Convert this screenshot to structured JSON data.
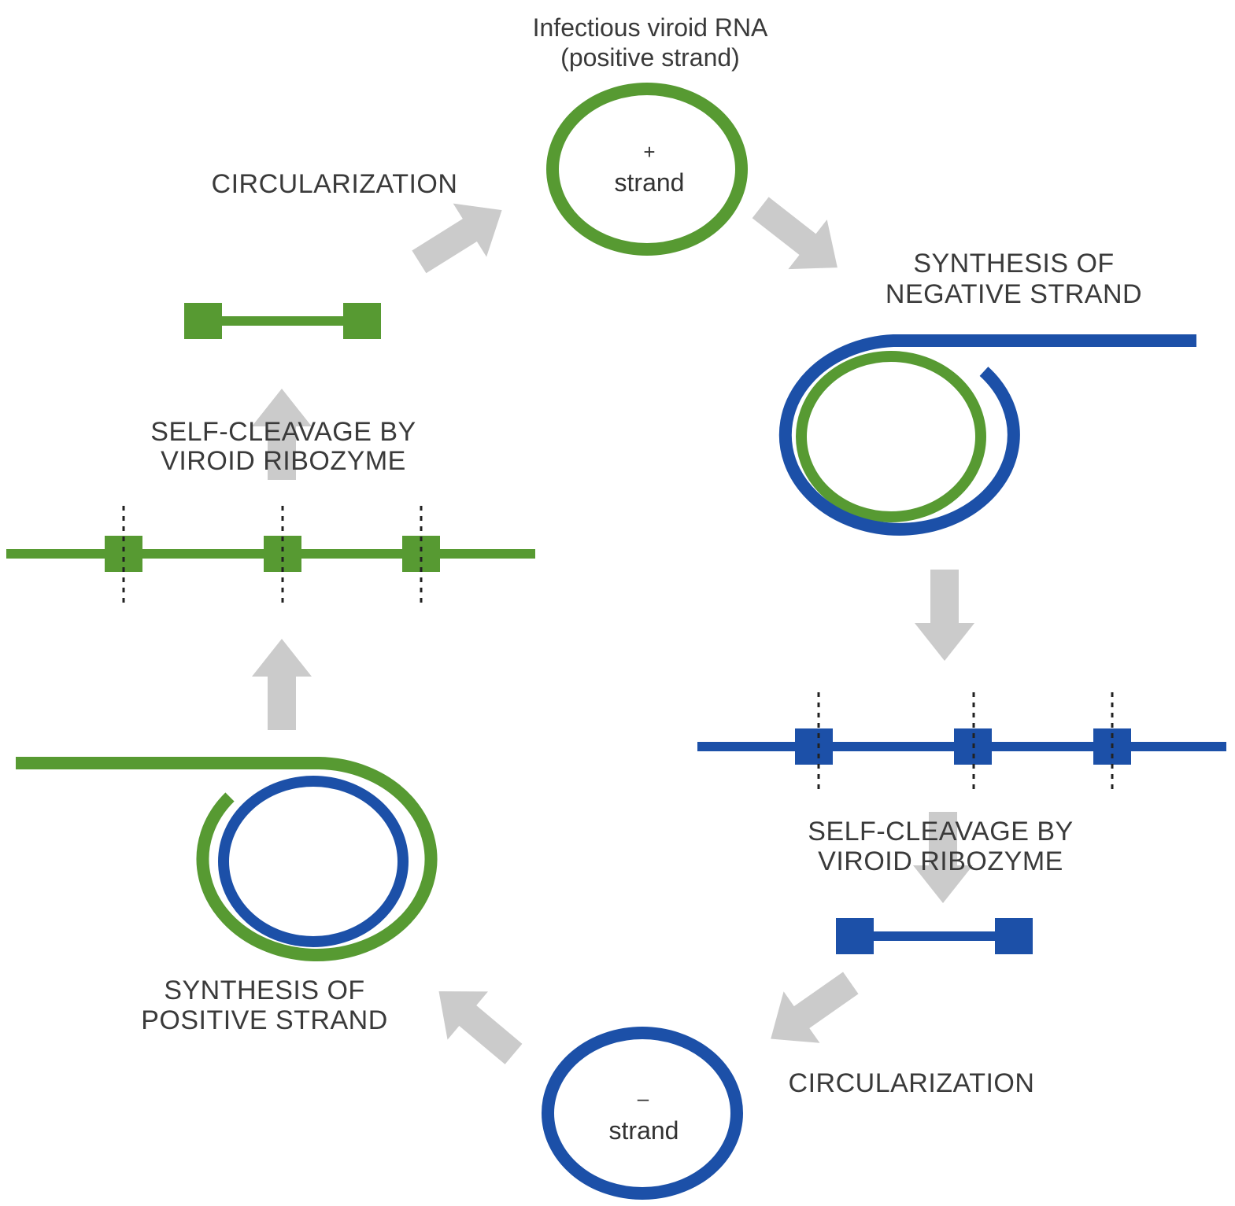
{
  "title": {
    "line1": "Infectious viroid RNA",
    "line2": "(positive strand)"
  },
  "positive_circle": {
    "sign": "+",
    "label": "strand"
  },
  "negative_circle": {
    "sign": "–",
    "label": "strand"
  },
  "steps": {
    "circularization_top": "CIRCULARIZATION",
    "synthesis_negative": {
      "line1": "SYNTHESIS OF",
      "line2": "NEGATIVE STRAND"
    },
    "self_cleavage_right": {
      "line1": "SELF-CLEAVAGE BY",
      "line2": "VIROID RIBOZYME"
    },
    "circularization_bottom": "CIRCULARIZATION",
    "synthesis_positive": {
      "line1": "SYNTHESIS OF",
      "line2": "POSITIVE STRAND"
    },
    "self_cleavage_left": {
      "line1": "SELF-CLEAVAGE BY",
      "line2": "VIROID RIBOZYME"
    }
  },
  "colors": {
    "positive_strand": "#579a32",
    "negative_strand": "#1c50a8",
    "arrow": "#cbcbcb"
  }
}
